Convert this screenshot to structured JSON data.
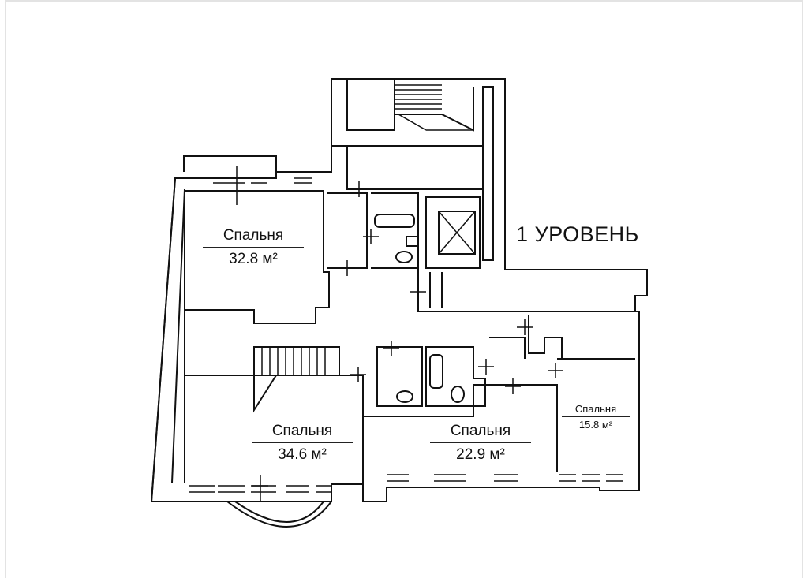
{
  "level_title": "1 УРОВЕНЬ",
  "rooms": [
    {
      "name": "Спальня",
      "area": "32.8 м²"
    },
    {
      "name": "Спальня",
      "area": "34.6 м²"
    },
    {
      "name": "Спальня",
      "area": "22.9 м²"
    },
    {
      "name": "Спальня",
      "area": "15.8 м²"
    }
  ],
  "colors": {
    "wall": "#111111",
    "background": "#ffffff",
    "frame": "#e3e3e3"
  }
}
